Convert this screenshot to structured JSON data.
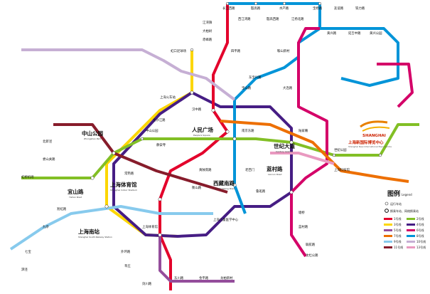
{
  "title": "",
  "colors": {
    "line1": "#e3002b",
    "line2": "#82bf25",
    "line3": "#fcd600",
    "line4": "#461d84",
    "line5": "#944d9b",
    "line6": "#d40068",
    "line7": "#ed6f00",
    "line8": "#0094d8",
    "line9": "#87caed",
    "line10": "#c6afd4",
    "line11": "#871c2b",
    "line13": "#e999c0"
  },
  "interchange_marker": "A",
  "stations": [
    {
      "id": "changjiang_xilu",
      "zh": "长江西路",
      "en": "Changjiang Road(W)"
    },
    {
      "id": "yinhang",
      "zh": "殷高路",
      "en": "Yingao Road"
    },
    {
      "id": "shuichan",
      "zh": "水产路",
      "en": "Shuichan Road"
    },
    {
      "id": "baoyang",
      "zh": "宝杨路",
      "en": "Baoyang Road"
    },
    {
      "id": "youyi",
      "zh": "友谊路",
      "en": "Youyi Road"
    },
    {
      "id": "tieli",
      "zh": "铁力路",
      "en": "Tieli Road"
    },
    {
      "id": "jiangwan",
      "zh": "江湾镇",
      "en": "Jiangwan Town"
    },
    {
      "id": "xijiangwan",
      "zh": "西江湾路",
      "en": "Xijiangwan Road"
    },
    {
      "id": "yingao_xilu",
      "zh": "殷高西路",
      "en": "Yingao Road(W)"
    },
    {
      "id": "jiangyang_beilu",
      "zh": "江杨北路",
      "en": "Jiangyang Road(N)"
    },
    {
      "id": "dabaishu",
      "zh": "大柏树",
      "en": "Dabaishu"
    },
    {
      "id": "chifeng",
      "zh": "赤峰路",
      "en": "Chifeng Road"
    },
    {
      "id": "fujin",
      "zh": "富锦路",
      "en": "Fujin Road"
    },
    {
      "id": "huangxing",
      "zh": "黄兴路",
      "en": "Huangxing Road"
    },
    {
      "id": "yanji",
      "zh": "延吉中路",
      "en": "Yanji Road(M)"
    },
    {
      "id": "huangxing_park",
      "zh": "黄兴公园",
      "en": "Huangxing Park"
    },
    {
      "id": "xiangyin",
      "zh": "翔殷路",
      "en": "Xiangyin Road"
    },
    {
      "id": "jiangpu_lu",
      "zh": "江浦路",
      "en": "Jiangpu Road"
    },
    {
      "id": "anshan",
      "zh": "鞍山新村",
      "en": "Anshan Xincun"
    },
    {
      "id": "sipinglu",
      "zh": "四平路",
      "en": "Siping Road"
    },
    {
      "id": "quyang",
      "zh": "曲阳路",
      "en": "Quyang Road"
    },
    {
      "id": "hongkou_football",
      "zh": "虹口足球场",
      "en": "Hongkou Football Stadium"
    },
    {
      "id": "dongbaoxing",
      "zh": "东宝兴路",
      "en": "Dongbaoxing Road"
    },
    {
      "id": "baoshan",
      "zh": "宝山路",
      "en": "Baoshan Road"
    },
    {
      "id": "hailun",
      "zh": "海伦路",
      "en": "Hailun Road"
    },
    {
      "id": "linping",
      "zh": "临平路",
      "en": "Linping Road"
    },
    {
      "id": "dalian",
      "zh": "大连路",
      "en": "Dalian Road"
    },
    {
      "id": "yangshupu",
      "zh": "杨树浦路",
      "en": "Yangshupu Road"
    },
    {
      "id": "pudong_dadao",
      "zh": "浦东大道",
      "en": "Pudong Avenue"
    },
    {
      "id": "tilanqiao",
      "zh": "提篮桥",
      "en": "Tilanqiao"
    },
    {
      "id": "xiaonanmen",
      "zh": "小南门",
      "en": "Xiaonanmen"
    },
    {
      "id": "fuxing_island",
      "zh": "复兴岛",
      "en": "Fuxing Island"
    },
    {
      "id": "shanghai_station",
      "zh": "上海火车站",
      "en": "Shanghai Railway Station"
    },
    {
      "id": "hanzhong",
      "zh": "汉中路",
      "en": "Hanzhong Road"
    },
    {
      "id": "zhongshan_park",
      "zh": "中山公园",
      "en": "Zhongshan Park"
    },
    {
      "id": "jiangsu_lu",
      "zh": "江苏路",
      "en": "Jiangsu Road"
    },
    {
      "id": "jingan_temple",
      "zh": "静安寺",
      "en": "Jing'an Temple"
    },
    {
      "id": "changshu",
      "zh": "常熟路",
      "en": "Changshu Road"
    },
    {
      "id": "peoples_square",
      "zh": "人民广场",
      "en": "People's Square"
    },
    {
      "id": "nanjing_east",
      "zh": "南京东路",
      "en": "East Nanjing Road"
    },
    {
      "id": "lujiazui",
      "zh": "陆家嘴",
      "en": "Lujiazui"
    },
    {
      "id": "dongchang",
      "zh": "东昌路",
      "en": "Dongchang Road"
    },
    {
      "id": "century_avenue",
      "zh": "世纪大道",
      "en": "Century Avenue"
    },
    {
      "id": "shanghai_science",
      "zh": "上海科技馆",
      "en": "Shanghai Science & Technology Museum"
    },
    {
      "id": "century_park",
      "zh": "世纪公园",
      "en": "Century Park"
    },
    {
      "id": "longyang",
      "zh": "龙阳路",
      "en": "Longyang Road"
    },
    {
      "id": "zhangjiang",
      "zh": "张江高科",
      "en": "Zhangjiang High Technology Park"
    },
    {
      "id": "jinke",
      "zh": "金科路",
      "en": "Jinke Road"
    },
    {
      "id": "laoximen",
      "zh": "老西门",
      "en": "Laoximen"
    },
    {
      "id": "dashijie",
      "zh": "大世界",
      "en": "Great World"
    },
    {
      "id": "xintiandi",
      "zh": "新天地",
      "en": "Xintiandi"
    },
    {
      "id": "huangpi",
      "zh": "黄陂南路",
      "en": "South Huangpi Road"
    },
    {
      "id": "shaanxi_south",
      "zh": "陕西南路",
      "en": "South Shaanxi Road"
    },
    {
      "id": "hengshan",
      "zh": "衡山路",
      "en": "Hengshan Road"
    },
    {
      "id": "xujiahui",
      "zh": "徐家汇",
      "en": "Xujiahui"
    },
    {
      "id": "shanghai_stadium",
      "zh": "上海体育馆",
      "en": "Shanghai Indoor Stadium"
    },
    {
      "id": "caoxi",
      "zh": "漕溪路",
      "en": "Caoxi Road"
    },
    {
      "id": "longcao",
      "zh": "龙漕路",
      "en": "Longcao Road"
    },
    {
      "id": "shilong",
      "zh": "石龙路",
      "en": "Shilong Road"
    },
    {
      "id": "shanghai_south",
      "zh": "上海南站",
      "en": "Shanghai South Railway Station"
    },
    {
      "id": "jinjiang",
      "zh": "锦江乐园",
      "en": "Jinjiang Park"
    },
    {
      "id": "lianhua",
      "zh": "莲花路",
      "en": "Lianhua Road"
    },
    {
      "id": "waihuan",
      "zh": "外环路",
      "en": "Waihuan Road"
    },
    {
      "id": "xinzhuang",
      "zh": "莘庄",
      "en": "Xinzhuang"
    },
    {
      "id": "yishan",
      "zh": "宜山路",
      "en": "Yishan Road"
    },
    {
      "id": "hongqiao",
      "zh": "虹桥路",
      "en": "Hongqiao Road"
    },
    {
      "id": "yan_an_xilu",
      "zh": "延安西路",
      "en": "West Yan'an Road"
    },
    {
      "id": "zhenping",
      "zh": "镇坪路",
      "en": "Zhenping Road"
    },
    {
      "id": "caoyang",
      "zh": "曹杨路",
      "en": "Caoyang Road"
    },
    {
      "id": "jinshajiang",
      "zh": "金沙江路",
      "en": "Jinshajiang Road"
    },
    {
      "id": "zhongtan",
      "zh": "中潭路",
      "en": "Zhongtan Road"
    },
    {
      "id": "shanghai_expo",
      "zh": "上海新国际博览中心",
      "en": "Shanghai New International Expo Centre"
    },
    {
      "id": "renmin_expo",
      "zh": "东方体育中心",
      "en": "Oriental Sports Center"
    },
    {
      "id": "xizang_south",
      "zh": "西藏南路",
      "en": "South Xizang Road"
    },
    {
      "id": "luban",
      "zh": "鲁班路",
      "en": "Luban Road"
    },
    {
      "id": "dapu",
      "zh": "大木桥路",
      "en": "Damuqiao Road"
    },
    {
      "id": "jiashan",
      "zh": "嘉善路",
      "en": "Jiashan Road"
    },
    {
      "id": "zhaojiabang",
      "zh": "肇嘉浜路",
      "en": "Zhaojiabang Road"
    },
    {
      "id": "dongan",
      "zh": "东安路",
      "en": "Dong'an Road"
    },
    {
      "id": "shanghai_childrens",
      "zh": "上海儿童医学中心",
      "en": "Shanghai Children's Medical Center"
    },
    {
      "id": "tangqiao",
      "zh": "塘桥",
      "en": "Tangqiao"
    },
    {
      "id": "lancun",
      "zh": "蓝村路",
      "en": "Lancun Road"
    },
    {
      "id": "nanpu",
      "zh": "南浦大桥",
      "en": "Nanpu Bridge"
    },
    {
      "id": "shanghai_west",
      "zh": "上海西站",
      "en": "Shanghai West Railway Station"
    },
    {
      "id": "beixinjing",
      "zh": "北新泾",
      "en": "Beixinjing"
    },
    {
      "id": "songhong",
      "zh": "淞虹路",
      "en": "Songhong Road"
    },
    {
      "id": "hongqiao_airport",
      "zh": "虹桥机场",
      "en": "Hongqiao Airport"
    },
    {
      "id": "weining",
      "zh": "威宁路",
      "en": "Weining Road"
    },
    {
      "id": "loushanguan",
      "zh": "娄山关路",
      "en": "Loushanguan Road"
    },
    {
      "id": "yili",
      "zh": "伊犁路",
      "en": "Yili Road"
    },
    {
      "id": "shuicheng",
      "zh": "水城路",
      "en": "Shuicheng Road"
    },
    {
      "id": "longxi",
      "zh": "龙溪路",
      "en": "Longxi Road"
    },
    {
      "id": "jiuting",
      "zh": "九亭",
      "en": "Jiuting"
    },
    {
      "id": "qibao",
      "zh": "七宝",
      "en": "Qibao"
    },
    {
      "id": "sijing",
      "zh": "泗泾",
      "en": "Sijing"
    },
    {
      "id": "sheshan",
      "zh": "佘山",
      "en": "Sheshan"
    },
    {
      "id": "songjiang",
      "zh": "松江大学城",
      "en": "Songjiang University Town"
    },
    {
      "id": "caohejing",
      "zh": "漕河泾开发区",
      "en": "Caohejing Hi-Tech Park"
    },
    {
      "id": "hechuan",
      "zh": "合川路",
      "en": "Hechuan Road"
    },
    {
      "id": "xingzhong",
      "zh": "星中路",
      "en": "Xingzhong Road"
    },
    {
      "id": "guilin",
      "zh": "桂林路",
      "en": "Guilin Road"
    },
    {
      "id": "shanghai_zoo",
      "zh": "上海动物园",
      "en": "Shanghai Zoo"
    },
    {
      "id": "longbai",
      "zh": "龙柏新村",
      "en": "Longbai Xincun"
    },
    {
      "id": "ziteng",
      "zh": "紫藤路",
      "en": "Ziteng Road"
    },
    {
      "id": "dongjing",
      "zh": "洞泾",
      "en": "Dongjing"
    },
    {
      "id": "minhang",
      "zh": "闵行开发区",
      "en": "Minhang Development Zone"
    },
    {
      "id": "jianchuan",
      "zh": "剑川路",
      "en": "Jianchuan Road"
    },
    {
      "id": "dongchuan",
      "zh": "东川路",
      "en": "Dongchuan Road"
    },
    {
      "id": "jinping",
      "zh": "金平路",
      "en": "Jinping Road"
    },
    {
      "id": "huaning",
      "zh": "华宁路",
      "en": "Huaning Road"
    },
    {
      "id": "wenjing",
      "zh": "文井路",
      "en": "Wenjing Road"
    },
    {
      "id": "chunshen",
      "zh": "春申路",
      "en": "Chunshen Road"
    },
    {
      "id": "yindu",
      "zh": "银都路",
      "en": "Yindu Road"
    },
    {
      "id": "zhuanqiao",
      "zh": "颛桥",
      "en": "Zhuanqiao"
    },
    {
      "id": "beiqiao",
      "zh": "北桥",
      "en": "Beiqiao"
    },
    {
      "id": "xinzhuang2",
      "zh": "莘庄",
      "en": "Xinzhuang"
    },
    {
      "id": "shanghai_circus",
      "zh": "上海马戏城",
      "en": "Shanghai Circus World"
    },
    {
      "id": "yanchang",
      "zh": "延长路",
      "en": "Yanchang Road"
    },
    {
      "id": "zhongshan_north",
      "zh": "中山北路",
      "en": "Zhongshan Road(N)"
    },
    {
      "id": "xinzha",
      "zh": "新闸路",
      "en": "Xinzha Road"
    },
    {
      "id": "west_nanjing",
      "zh": "南京西路",
      "en": "West Nanjing Road"
    },
    {
      "id": "shimen",
      "zh": "石门一路",
      "en": "Shimen Road(No.1)"
    },
    {
      "id": "dapuqiao",
      "zh": "打浦桥",
      "en": "Dapuqiao"
    },
    {
      "id": "madang",
      "zh": "马当路",
      "en": "Madang Road"
    },
    {
      "id": "lujiabang",
      "zh": "陆家浜路",
      "en": "Lujiabang Road"
    },
    {
      "id": "yuyuan",
      "zh": "豫园",
      "en": "Yuyuan Garden"
    },
    {
      "id": "east_nanjing2",
      "zh": "南京东路",
      "en": "East Nanjing Road"
    },
    {
      "id": "tiantong",
      "zh": "天潼路",
      "en": "Tiantong Road"
    },
    {
      "id": "sichuan_north",
      "zh": "四川北路",
      "en": "Sichuan Road(N)"
    },
    {
      "id": "xujing",
      "zh": "徐泾东",
      "en": "Xujing Dong"
    },
    {
      "id": "wujiaochang",
      "zh": "五角场",
      "en": "Wujiaochang"
    },
    {
      "id": "guoquan",
      "zh": "国权路",
      "en": "Guoquan Road"
    },
    {
      "id": "tongji",
      "zh": "同济大学",
      "en": "Tongji University"
    },
    {
      "id": "qufu",
      "zh": "曲阜路",
      "en": "Qufu Road"
    },
    {
      "id": "xinjiangwan",
      "zh": "新江湾城",
      "en": "Xinjiangwan City"
    },
    {
      "id": "gangcheng",
      "zh": "港城路",
      "en": "Gangcheng Road"
    },
    {
      "id": "waigaoqiao",
      "zh": "外高桥保税区北",
      "en": "Waigaoqiao Free Trade Zone(N)"
    },
    {
      "id": "hangjin",
      "zh": "航津路",
      "en": "Hangjin Road"
    },
    {
      "id": "zhouhai",
      "zh": "洲海路",
      "en": "Zhouhai Road"
    },
    {
      "id": "wulian",
      "zh": "五莲路",
      "en": "Wulian Road"
    },
    {
      "id": "jufeng",
      "zh": "巨峰路",
      "en": "Jufeng Road"
    },
    {
      "id": "yunshan",
      "zh": "云山路",
      "en": "Yunshan Road"
    },
    {
      "id": "jinqiao",
      "zh": "金桥路",
      "en": "Jinqiao Road"
    },
    {
      "id": "boxing",
      "zh": "博兴路",
      "en": "Boxing Road"
    },
    {
      "id": "wuzhou",
      "zh": "五洲大道",
      "en": "Wuzhou Avenue"
    },
    {
      "id": "deping",
      "zh": "德平路",
      "en": "Deping Road"
    },
    {
      "id": "beiyangjing",
      "zh": "北洋泾路",
      "en": "Beiyangjing Road"
    },
    {
      "id": "minsheng",
      "zh": "民生路",
      "en": "Minsheng Road"
    },
    {
      "id": "yuanshen",
      "zh": "源深体育中心",
      "en": "Yuanshen Stadium"
    },
    {
      "id": "puxing",
      "zh": "浦兴路",
      "en": "Puxing Road"
    },
    {
      "id": "linyi",
      "zh": "临沂新村",
      "en": "Linyi Xincun"
    },
    {
      "id": "gaoke",
      "zh": "高科西路",
      "en": "Gaoke Road(W)"
    },
    {
      "id": "dongming",
      "zh": "东明路",
      "en": "Dongming Road"
    },
    {
      "id": "gaoqing",
      "zh": "高青路",
      "en": "Gaoqing Road"
    },
    {
      "id": "huaxia",
      "zh": "华夏西路",
      "en": "Huaxia Road(W)"
    },
    {
      "id": "shangnan",
      "zh": "上南路",
      "en": "Shangnan Road"
    },
    {
      "id": "lingyan",
      "zh": "灵岩南路",
      "en": "Lingyan Road(S)"
    },
    {
      "id": "oriental",
      "zh": "东方体育中心",
      "en": "Oriental Sports Center"
    },
    {
      "id": "pujiang",
      "zh": "浦江镇",
      "en": "Pujiang Town"
    },
    {
      "id": "jiangyue",
      "zh": "江月路",
      "en": "Jiangyue Road"
    },
    {
      "id": "lianhang",
      "zh": "联航路",
      "en": "Lianhang Road"
    },
    {
      "id": "shendu",
      "zh": "沈杜公路",
      "en": "Shendu Highway"
    },
    {
      "id": "chengshan",
      "zh": "成山路",
      "en": "Chengshan Road"
    },
    {
      "id": "yangsi",
      "zh": "杨思",
      "en": "Yangsi"
    },
    {
      "id": "houtan",
      "zh": "后滩",
      "en": "Houtan"
    },
    {
      "id": "changqing",
      "zh": "长清路",
      "en": "Changqing Road"
    },
    {
      "id": "yaohua",
      "zh": "耀华路",
      "en": "Yaohua Road"
    },
    {
      "id": "zhonghua",
      "zh": "中华艺术宫",
      "en": "China Art Museum"
    },
    {
      "id": "dongming2",
      "zh": "东明路",
      "en": "Dongming Road"
    },
    {
      "id": "jinxiu",
      "zh": "锦绣路",
      "en": "Jinxiu Road"
    },
    {
      "id": "fangdian",
      "zh": "芳甸路",
      "en": "Fangdian Road"
    },
    {
      "id": "lanhua",
      "zh": "兰花路",
      "en": "Lanhua Road"
    },
    {
      "id": "jinyun",
      "zh": "金运路",
      "en": "Jinyun Road"
    },
    {
      "id": "jinshajiang2",
      "zh": "金沙江西路",
      "en": "Jinshajiang Road(W)"
    },
    {
      "id": "fengzhuang",
      "zh": "丰庄",
      "en": "Fengzhuang"
    },
    {
      "id": "qilianshan",
      "zh": "祁连山南路",
      "en": "Qilianshan Road(S)"
    },
    {
      "id": "zhenbei",
      "zh": "真北路",
      "en": "Zhenbei Road"
    },
    {
      "id": "daduhe",
      "zh": "大渡河路",
      "en": "Daduhe Road"
    },
    {
      "id": "jiangning",
      "zh": "江宁路",
      "en": "Jiangning Road"
    },
    {
      "id": "hanzhong2",
      "zh": "汉中路",
      "en": "Hanzhong Road"
    }
  ],
  "big_labels": [
    {
      "zh": "中山公园",
      "en": "Zhongshan Park"
    },
    {
      "zh": "人民广场",
      "en": "People's Square"
    },
    {
      "zh": "世纪大道",
      "en": "Century Avenue"
    },
    {
      "zh": "上海体育馆",
      "en": "Shanghai Indoor Stadium"
    },
    {
      "zh": "西藏南路",
      "en": "South Xizang Road"
    },
    {
      "zh": "蓝村路",
      "en": "Lancun Road"
    },
    {
      "zh": "宜山路",
      "en": "Yishan Road"
    },
    {
      "zh": "上海南站",
      "en": "Shanghai South Railway Station"
    }
  ],
  "expo": {
    "logo_text": "SHANGHAI",
    "name_zh": "上海新国际博览中心",
    "name_en": "Shanghai New International Expo Centre"
  },
  "legend": {
    "title": "图例",
    "title_en": "Legend",
    "items": [
      {
        "key": "station",
        "zh": "运行车站",
        "en": "Station"
      },
      {
        "key": "interchange",
        "zh": "换乘车站、网络换乘站",
        "en": "Interchange Station"
      }
    ],
    "lines": [
      {
        "label": "1号线",
        "color": "#e3002b"
      },
      {
        "label": "2号线",
        "color": "#82bf25"
      },
      {
        "label": "3号线",
        "color": "#fcd600"
      },
      {
        "label": "4号线",
        "color": "#461d84"
      },
      {
        "label": "5号线",
        "color": "#944d9b"
      },
      {
        "label": "6号线",
        "color": "#d40068"
      },
      {
        "label": "7号线",
        "color": "#ed6f00"
      },
      {
        "label": "8号线",
        "color": "#0094d8"
      },
      {
        "label": "9号线",
        "color": "#87caed"
      },
      {
        "label": "10号线",
        "color": "#c6afd4"
      },
      {
        "label": "11号线",
        "color": "#871c2b"
      },
      {
        "label": "13号线",
        "color": "#e999c0"
      }
    ]
  }
}
